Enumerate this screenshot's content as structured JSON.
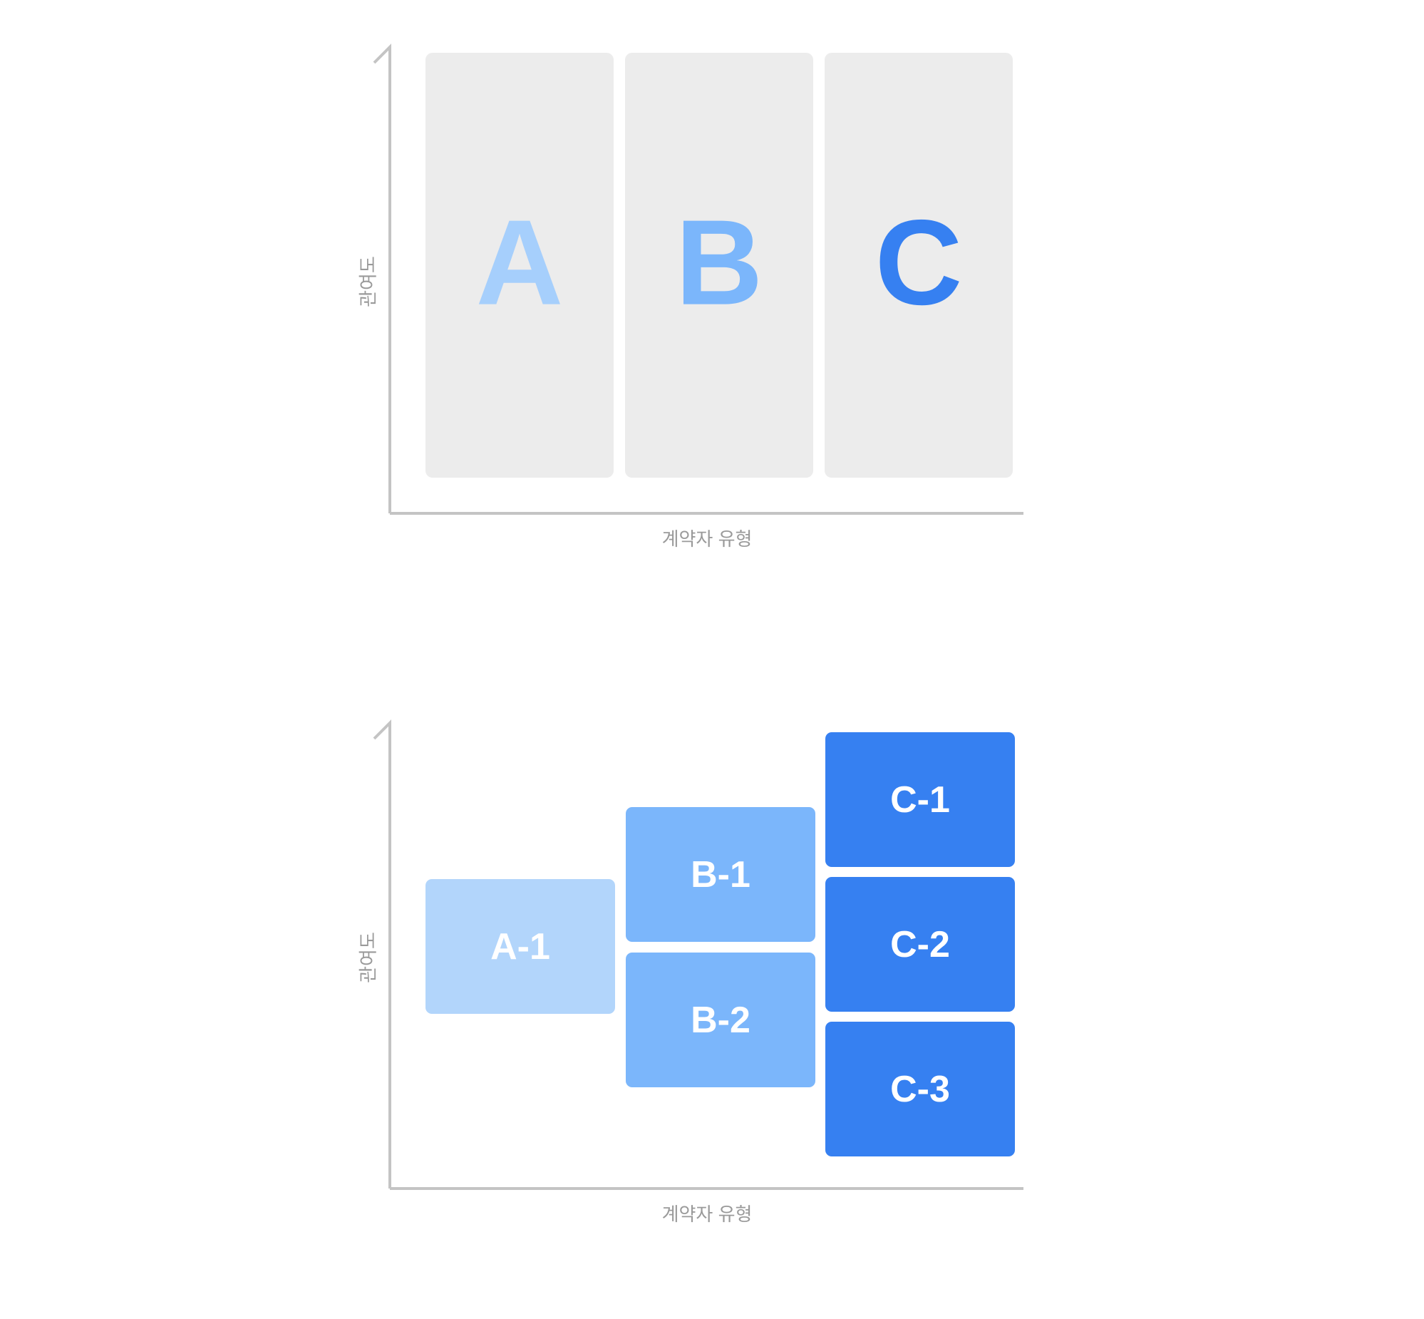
{
  "colors": {
    "axis": "#c4c4c4",
    "label": "#9a9a9a",
    "column_bg": "#ececec",
    "tier_a": "#b2d5fb",
    "tier_b": "#7bb6fb",
    "tier_c": "#3680f1",
    "letter_a": "#a6cffc",
    "letter_b": "#7bb6fb",
    "letter_c": "#3680f1"
  },
  "top_diagram": {
    "x_axis_label": "계약자 유형",
    "y_axis_label": "관여도",
    "columns": [
      {
        "label": "A",
        "color": "#a6cffc"
      },
      {
        "label": "B",
        "color": "#7bb6fb"
      },
      {
        "label": "C",
        "color": "#3680f1"
      }
    ]
  },
  "bottom_diagram": {
    "x_axis_label": "계약자 유형",
    "y_axis_label": "관여도",
    "groups": [
      {
        "group": "A",
        "color": "#b2d5fb",
        "items": [
          "A-1"
        ]
      },
      {
        "group": "B",
        "color": "#7bb6fb",
        "items": [
          "B-1",
          "B-2"
        ]
      },
      {
        "group": "C",
        "color": "#3680f1",
        "items": [
          "C-1",
          "C-2",
          "C-3"
        ]
      }
    ]
  }
}
